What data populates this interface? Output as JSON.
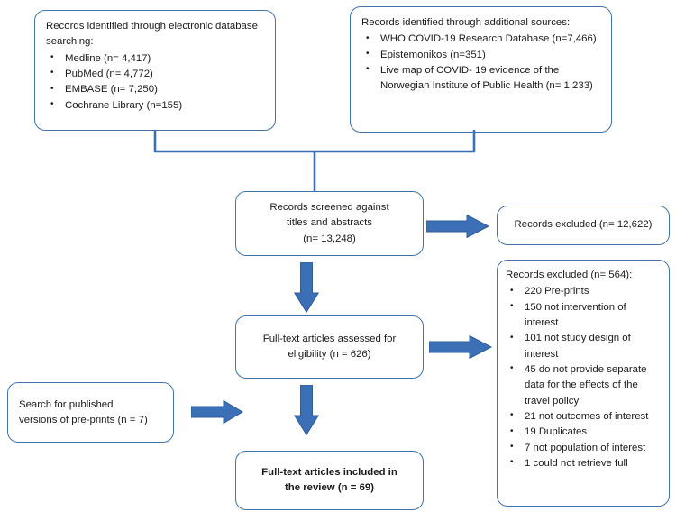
{
  "diagram": {
    "title": "PRISMA study selection flow diagram",
    "accent_color": "#3b6fb6",
    "box_border_color": "#4472a8",
    "text_color": "#1b1b1b"
  },
  "boxes": {
    "electronic_sources": {
      "header": "Records identified through electronic database searching:",
      "items": [
        "Medline (n= 4,417)",
        "PubMed (n= 4,772)",
        "EMBASE  (n= 7,250)",
        "Cochrane Library (n=155)"
      ]
    },
    "additional_sources": {
      "header": "Records identified through additional sources:",
      "items": [
        "WHO COVID-19 Research Database (n=7,466)",
        "Epistemonikos (n=351)",
        "Live map of COVID- 19 evidence of the Norwegian Institute of Public Health (n= 1,233)"
      ]
    },
    "records_screened": {
      "line1": "Records screened against",
      "line2": "titles and abstracts",
      "line3": "(n= 13,248)"
    },
    "records_excluded_screening": {
      "line1": "Records excluded (n= 12,622)"
    },
    "fulltext_assessed": {
      "line1": "Full-text articles assessed for",
      "line2": "eligibility (n = 626)"
    },
    "records_excluded_eligibility": {
      "header": "Records excluded (n= 564):",
      "items": [
        "220 Pre-prints",
        "150 not intervention of interest",
        "101 not study design of interest",
        "45 do not provide separate data for the effects of the travel policy",
        "21 not outcomes of interest",
        "19 Duplicates",
        "7 not population of interest",
        "1 could not retrieve full"
      ]
    },
    "preprint_search": {
      "line1": "Search for published",
      "line2": "versions of pre-prints (n = 7)"
    },
    "fulltext_included": {
      "line1": "Full-text articles included  in",
      "line2": "the review (n = 69)"
    }
  },
  "connectors": {
    "merge_bracket": "bracket-join-sources-to-screened",
    "arrow_screened_to_excluded": "right-arrow",
    "arrow_screened_to_fulltext": "down-arrow",
    "arrow_fulltext_to_excluded": "right-arrow",
    "arrow_preprints_to_fulltext": "right-arrow",
    "arrow_fulltext_to_included": "down-arrow"
  }
}
